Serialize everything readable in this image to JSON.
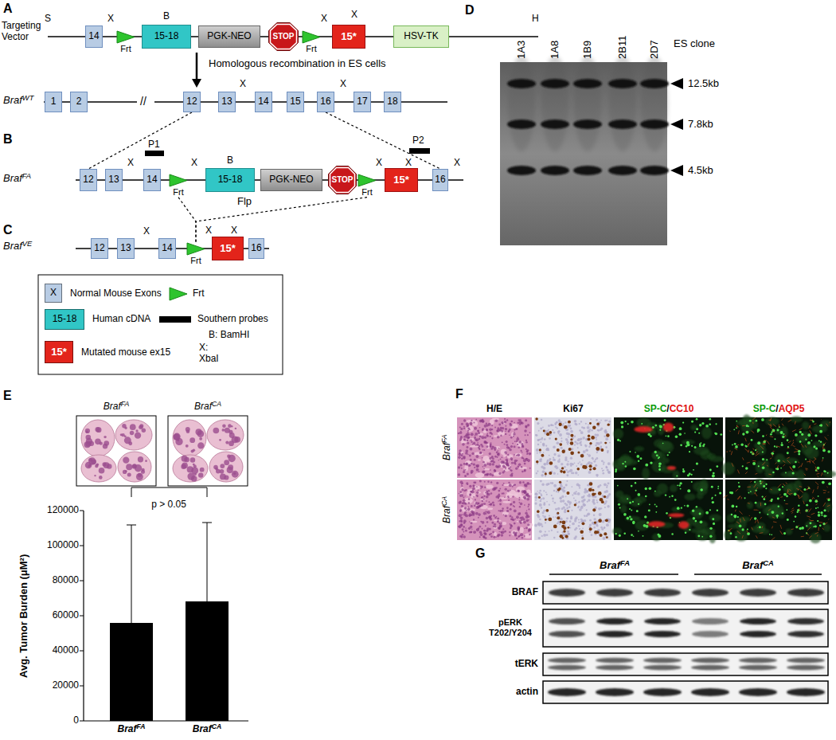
{
  "diagram": {
    "nodes": [
      {
        "text": [
          "14"
        ]
      },
      {
        "text": [
          "Frt"
        ]
      },
      {
        "text": [
          "15-18"
        ]
      },
      {
        "text": [
          "PGK-NEO"
        ]
      },
      {
        "text": [
          "STOP"
        ]
      },
      {
        "text": [
          "Frt"
        ]
      },
      {
        "text": [
          "15*"
        ]
      },
      {
        "text": [
          "HSV-TK"
        ]
      },
      {
        "text": [
          "1"
        ]
      },
      {
        "text": [
          "2"
        ]
      },
      {
        "text": [
          "12"
        ]
      },
      {
        "text": [
          "13"
        ]
      },
      {
        "text": [
          "14"
        ]
      },
      {
        "text": [
          "15"
        ]
      },
      {
        "text": [
          "16"
        ]
      },
      {
        "text": [
          "17"
        ]
      },
      {
        "text": [
          "18"
        ]
      },
      {
        "text": [
          "12"
        ]
      },
      {
        "text": [
          "13"
        ]
      },
      {
        "text": [
          "14"
        ]
      },
      {
        "text": [
          "Frt"
        ]
      },
      {
        "text": [
          "15-18"
        ]
      },
      {
        "text": [
          "PGK-NEO"
        ]
      },
      {
        "text": [
          "STOP"
        ]
      },
      {
        "text": [
          "Frt"
        ]
      },
      {
        "text": [
          "15*"
        ]
      },
      {
        "text": [
          "16"
        ]
      },
      {
        "text": [
          "12"
        ]
      },
      {
        "text": [
          "13"
        ]
      },
      {
        "text": [
          "14"
        ]
      },
      {
        "text": [
          "Frt"
        ]
      },
      {
        "text": [
          "15*"
        ]
      },
      {
        "text": [
          "16"
        ]
      }
    ],
    "edges": [
      {
        "from": 10,
        "to": 17,
        "arrow": "none"
      },
      {
        "from": 14,
        "to": 26,
        "arrow": "none"
      },
      {
        "from": 20,
        "to": 30,
        "arrow": "none"
      },
      {
        "from": 24,
        "to": 30,
        "arrow": "none"
      }
    ],
    "labels": [
      "A",
      "Targeting Vector",
      "S",
      "X",
      "B",
      "X",
      "X",
      "H",
      "Homologous recombination in ES cells",
      "BrafWT",
      "//",
      "X",
      "X",
      "B",
      "BrafFA",
      "X",
      "P1",
      "X",
      "B",
      "X",
      "X",
      "P2",
      "X",
      "Flp",
      "C",
      "BrafVE",
      "X",
      "X",
      "X",
      "X",
      "15-18",
      "B: BamHI",
      "15*",
      "X: XbaI",
      "D",
      "1A3",
      "1A8",
      "1B9",
      "2B11",
      "2D7",
      "ES clone",
      "12.5kb",
      "7.8kb",
      "4.5kb",
      "E",
      "BrafFA",
      "BrafCA",
      "Avg. Tumor Burden (μM²)",
      "120000",
      "100000",
      "80000",
      "60000",
      "40000",
      "20000",
      "0",
      "p > 0.05",
      "BrafFA",
      "BrafCA",
      "F",
      "H/E",
      "Ki67",
      "SP-C/CC10",
      "SP-C/AQP5",
      "BrafFA",
      "BrafCA",
      "G",
      "BrafFA",
      "BrafCA",
      "BRAF",
      "pERK T202/Y204",
      "tERK",
      "actin"
    ],
    "legend": [
      {
        "text": "Normal Mouse Exons",
        "color": "#b8cce4"
      },
      {
        "text": "Frt"
      },
      {
        "text": "Human cDNA",
        "color": "#31c6c6"
      },
      {
        "text": "Southern probes"
      },
      {
        "text": "Mutated mouse ex15",
        "color": "#e3241b"
      }
    ]
  }
}
